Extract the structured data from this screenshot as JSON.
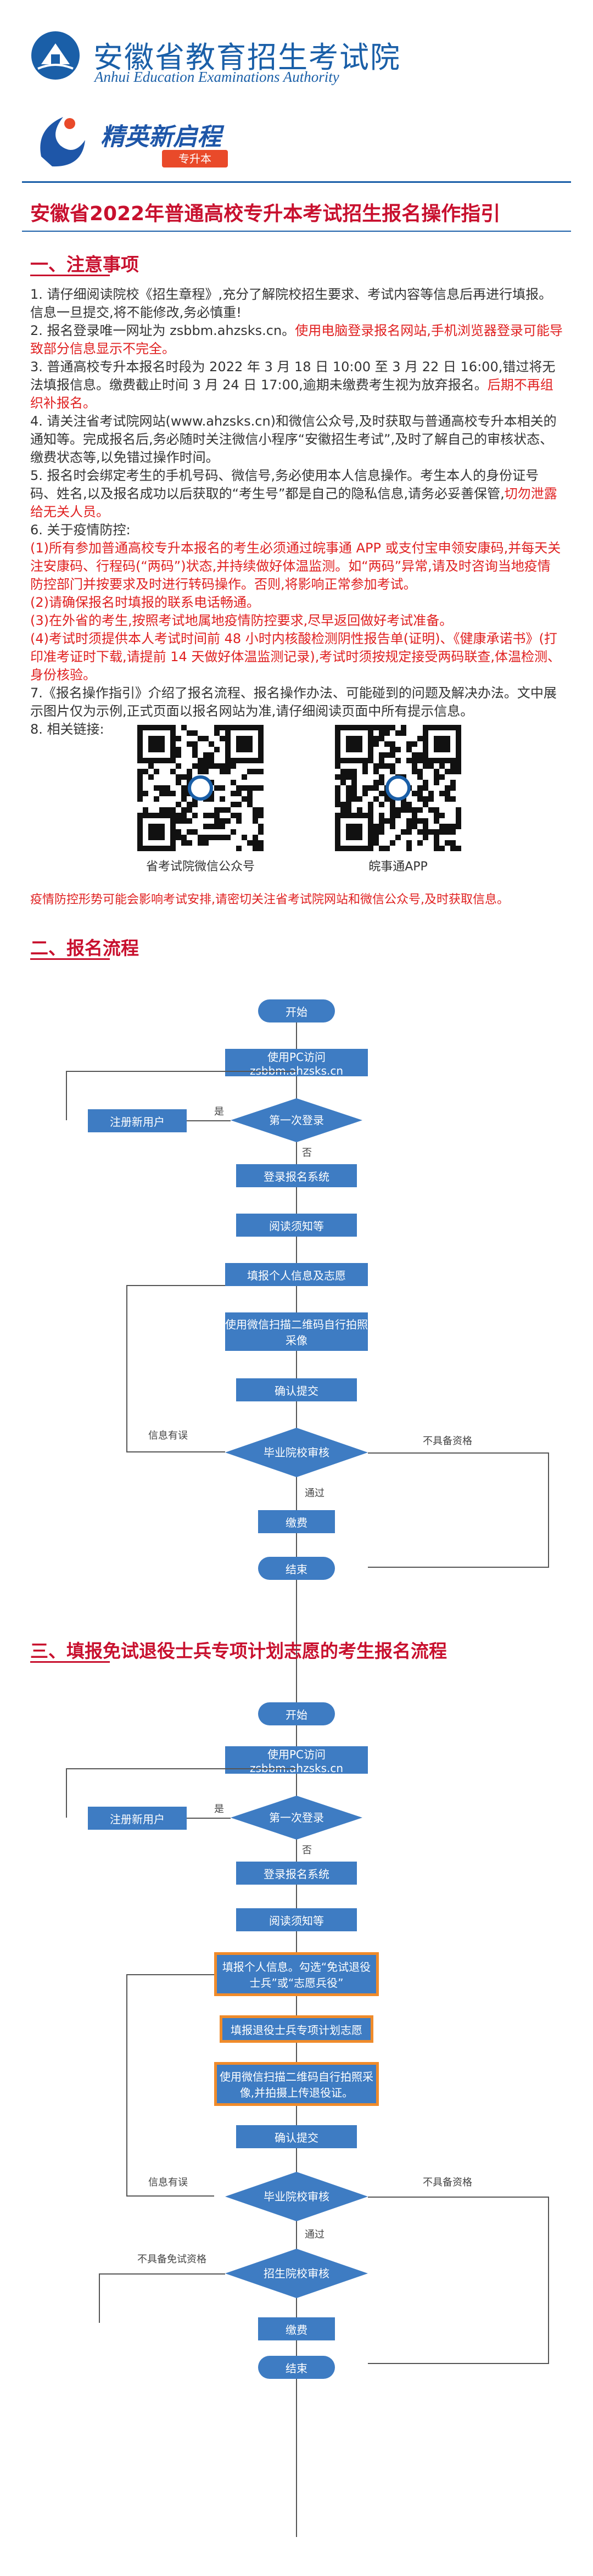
{
  "header": {
    "org_name_cn": "安徽省教育招生考试院",
    "org_name_en": "Anhui Education Examinations Authority",
    "brand_name": "精英新启程",
    "brand_tag": "专升本",
    "title": "安徽省2022年普通高校专升本考试招生报名操作指引"
  },
  "section1": {
    "heading": "一、注意事项",
    "items": [
      {
        "text": "1. 请仔细阅读院校《招生章程》,充分了解院校招生要求、考试内容等信息后再进行填报。信息一旦提交,将不能修改,务必慎重!",
        "red": ""
      },
      {
        "text": "2. 报名登录唯一网址为 zsbbm.ahzsks.cn。",
        "red": "使用电脑登录报名网站,手机浏览器登录可能导致部分信息显示不完全。"
      },
      {
        "text": "3. 普通高校专升本报名时段为 2022 年 3 月 18 日 10:00 至 3 月 22 日 16:00,错过将无法填报信息。缴费截止时间 3 月 24 日 17:00,逾期未缴费考生视为放弃报名。",
        "red": "后期不再组织补报名。"
      },
      {
        "text": "4. 请关注省考试院网站(www.ahzsks.cn)和微信公众号,及时获取与普通高校专升本相关的通知等。完成报名后,务必随时关注微信小程序“安徽招生考试”,及时了解自己的审核状态、缴费状态等,以免错过操作时间。",
        "red": ""
      },
      {
        "text": "5. 报名时会绑定考生的手机号码、微信号,务必使用本人信息操作。考生本人的身份证号码、姓名,以及报名成功以后获取的“考生号”都是自己的隐私信息,请务必妥善保管,",
        "red": "切勿泄露给无关人员。"
      },
      {
        "text": "6. 关于疫情防控:",
        "red": ""
      }
    ],
    "covid": [
      "(1)所有参加普通高校专升本报名的考生必须通过皖事通 APP 或支付宝申领安康码,并每天关注安康码、行程码(“两码”)状态,并持续做好体温监测。如“两码”异常,请及时咨询当地疫情防控部门并按要求及时进行转码操作。否则,将影响正常参加考试。",
      "(2)请确保报名时填报的联系电话畅通。",
      "(3)在外省的考生,按照考试地属地疫情防控要求,尽早返回做好考试准备。",
      "(4)考试时须提供本人考试时间前 48 小时内核酸检测阴性报告单(证明)、《健康承诺书》(打印准考证时下载,请提前 14 天做好体温监测记录),考试时须按规定接受两码联查,体温检测、身份核验。"
    ],
    "item7": "7.《报名操作指引》介绍了报名流程、报名操作办法、可能碰到的问题及解决办法。文中展示图片仅为示例,正式页面以报名网站为准,请仔细阅读页面中所有提示信息。",
    "item8": "8. 相关链接:",
    "qr_left_caption": "省考试院微信公众号",
    "qr_right_caption": "皖事通APP",
    "footnote": "疫情防控形势可能会影响考试安排,请密切关注省考试院网站和微信公众号,及时获取信息。"
  },
  "section2": {
    "heading": "二、报名流程",
    "nodes": {
      "start": "开始",
      "visit": "使用PC访问zsbbm.ahzsks.cn",
      "register": "注册新用户",
      "first_login": "第一次登录",
      "login": "登录报名系统",
      "read": "阅读须知等",
      "fill": "填报个人信息及志愿",
      "wechat": "使用微信扫描二维码自行拍照采像",
      "confirm": "确认提交",
      "review": "毕业院校审核",
      "pay": "缴费",
      "end": "结束"
    },
    "labels": {
      "yes": "是",
      "no": "否",
      "info_fail": "信息有误",
      "not_pass": "不具备资格",
      "pass": "通过"
    }
  },
  "section3": {
    "heading": "三、填报免试退役士兵专项计划志愿的考生报名流程",
    "nodes": {
      "start": "开始",
      "visit": "使用PC访问zsbbm.ahzsks.cn",
      "register": "注册新用户",
      "first_login": "第一次登录",
      "login": "登录报名系统",
      "read": "阅读须知等",
      "fill": "填报个人信息。勾选“免试退役士兵”或“志愿兵役”",
      "fill2": "填报退役士兵专项计划志愿",
      "wechat": "使用微信扫描二维码自行拍照采像,并拍摄上传退役证。",
      "confirm": "确认提交",
      "review": "毕业院校审核",
      "review2": "招生院校审核",
      "pay": "缴费",
      "end": "结束"
    },
    "labels": {
      "yes": "是",
      "no": "否",
      "info_fail": "信息有误",
      "not_pass": "不具备免试资格",
      "pass": "通过",
      "not_pass2": "不具备资格"
    }
  },
  "colors": {
    "primary": "#1a5fa8",
    "node": "#3e7cc3",
    "accent": "#c8102e",
    "highlight": "#f08b2a"
  }
}
